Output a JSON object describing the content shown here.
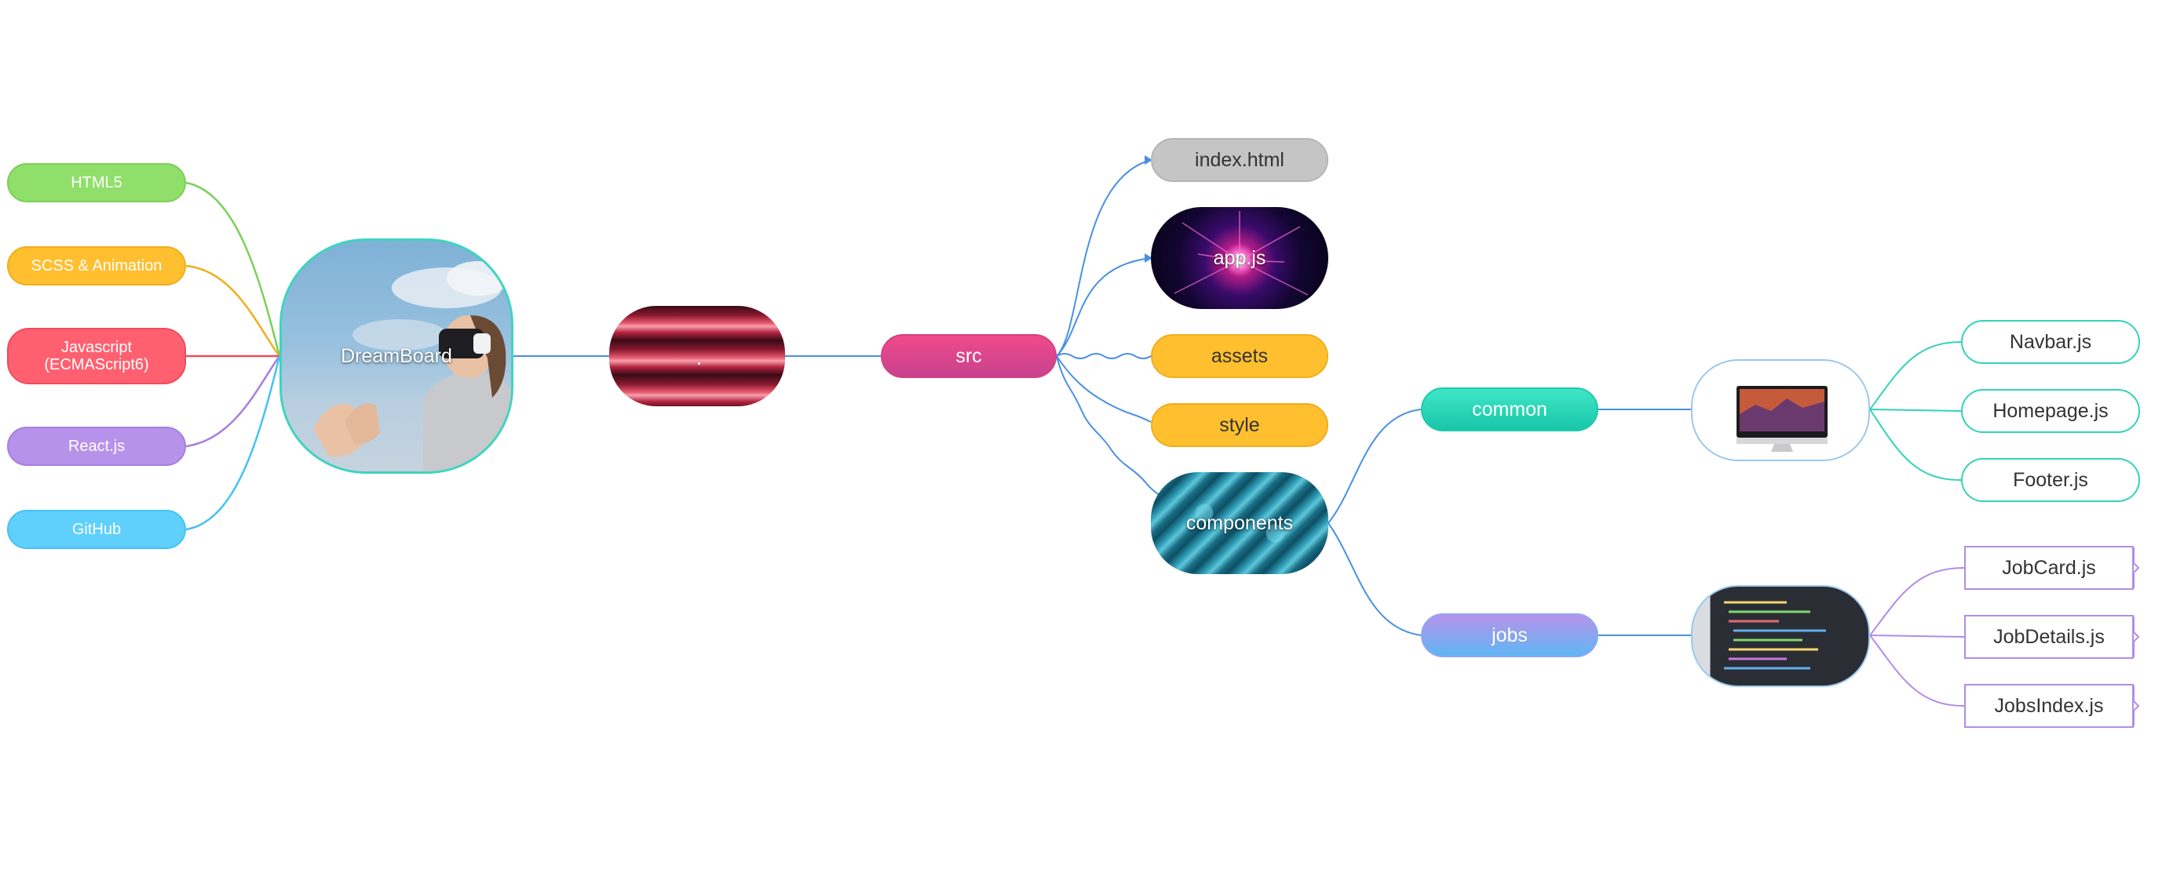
{
  "mindmap": {
    "root": "DreamBoard",
    "skills": [
      "HTML5",
      "SCSS & Animation",
      "Javascript\n(ECMAScript6)",
      "React.js",
      "GitHub"
    ],
    "src": "src",
    "src_children": {
      "index": "index.html",
      "app": "app.js",
      "assets": "assets",
      "style": "style",
      "components": "components"
    },
    "components_children": {
      "common": "common",
      "jobs": "jobs"
    },
    "common_files": [
      "Navbar.js",
      "Homepage.js",
      "Footer.js"
    ],
    "jobs_files": [
      "JobCard.js",
      "JobDetails.js",
      "JobsIndex.js"
    ]
  },
  "colors": {
    "html5": "#8fdf6a",
    "scss": "#ffbf2f",
    "javascript": "#ff6070",
    "react": "#b792ea",
    "github": "#5fd0fb",
    "src": "#e0458c",
    "connector": "#4a90e2",
    "common": "#26d3b3",
    "jobs": "#9b8be8",
    "index_html": "#c5c5c5",
    "assets_style": "#ffbf2f"
  },
  "icons": {
    "dreamboard_image": "person-vr-headset-photo",
    "layers_image": "stacked-red-layers-photo",
    "app_image": "plasma-ball-photo",
    "components_image": "lego-bricks-photo",
    "common_image": "desktop-monitor-photo",
    "jobs_image": "code-screen-photo"
  }
}
